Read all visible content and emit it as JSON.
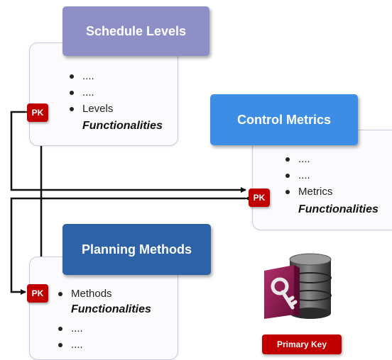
{
  "schedule_levels": {
    "title": "Schedule Levels",
    "items": [
      "....",
      "....",
      "Levels"
    ],
    "functionalities": "Functionalities",
    "pk": "PK",
    "header_color": "#8f8fc8"
  },
  "control_metrics": {
    "title": "Control Metrics",
    "items": [
      "....",
      "....",
      "Metrics"
    ],
    "functionalities": "Functionalities",
    "pk": "PK",
    "header_color": "#3d8de6"
  },
  "planning_methods": {
    "title": "Planning Methods",
    "items": [
      "Methods",
      "....",
      "...."
    ],
    "functionalities": "Functionalities",
    "pk": "PK",
    "header_color": "#2d62a6"
  },
  "legend": {
    "label": "Primary Key",
    "icon": "database-key-icon",
    "color": "#c00000"
  }
}
